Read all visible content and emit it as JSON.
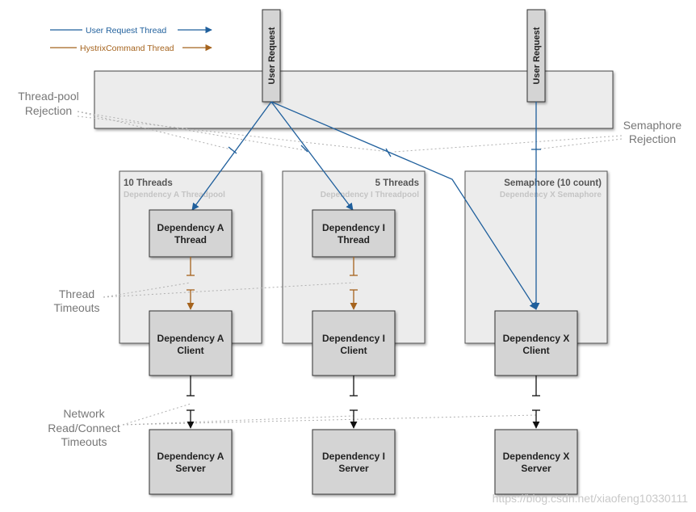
{
  "legend": {
    "user_thread": "User Request Thread",
    "hystrix_thread": "HystrixCommand Thread"
  },
  "user_request_label": "User Request",
  "callouts": {
    "thread_pool_rejection": [
      "Thread-pool",
      "Rejection"
    ],
    "semaphore_rejection": [
      "Semaphore",
      "Rejection"
    ],
    "thread_timeouts": [
      "Thread",
      "Timeouts"
    ],
    "network_timeouts": [
      "Network",
      "Read/Connect",
      "Timeouts"
    ]
  },
  "pools": {
    "a": {
      "head": "10 Threads",
      "sub": "Dependency A Threadpool"
    },
    "i": {
      "head": "5 Threads",
      "sub": "Dependency I Threadpool"
    },
    "x": {
      "head": "Semaphore (10 count)",
      "sub": "Dependency X Semaphore"
    }
  },
  "boxes": {
    "a_thread": [
      "Dependency A",
      "Thread"
    ],
    "i_thread": [
      "Dependency I",
      "Thread"
    ],
    "a_client": [
      "Dependency A",
      "Client"
    ],
    "i_client": [
      "Dependency I",
      "Client"
    ],
    "x_client": [
      "Dependency X",
      "Client"
    ],
    "a_server": [
      "Dependency A",
      "Server"
    ],
    "i_server": [
      "Dependency I",
      "Server"
    ],
    "x_server": [
      "Dependency X",
      "Server"
    ]
  },
  "watermark": "https://blog.csdn.net/xiaofeng10330111",
  "colors": {
    "user_thread": "#1f5f9c",
    "hystrix_thread": "#a5631d",
    "box_fill": "#d4d4d4",
    "pool_fill": "#ececec"
  }
}
